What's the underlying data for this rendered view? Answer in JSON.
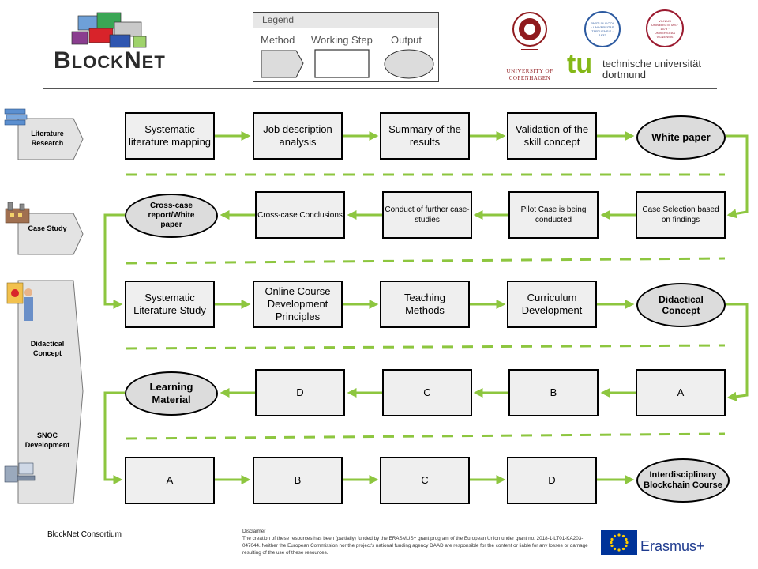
{
  "header": {
    "logo_big_b": "B",
    "logo_lock": "LOCK",
    "logo_n": "N",
    "logo_et": "ET",
    "legend": {
      "title": "Legend",
      "method_label": "Method",
      "step_label": "Working Step",
      "output_label": "Output"
    },
    "partners": {
      "copenhagen_line1": "UNIVERSITY OF",
      "copenhagen_line2": "COPENHAGEN",
      "tartu_seal": "PARTI ÜLIKOOL · UNIVERSITAS TARTUENSIS · 1632",
      "vilnius_seal": "VILNIUS UNIVERSITETAS · 1579 · UNIVERSITAS VILNENSIS",
      "tu_mark": "tu",
      "tu_line1": "technische universität",
      "tu_line2": "dortmund"
    }
  },
  "phases": {
    "literature": "Literature Research",
    "case": "Case Study",
    "didactical": "Didactical Concept",
    "snoc": "SNOC Development"
  },
  "rows": {
    "r1": [
      "Systematic literature mapping",
      "Job description analysis",
      "Summary of the results",
      "Validation of the skill concept",
      "White paper"
    ],
    "r2": [
      "Case Selection based on findings",
      "Pilot Case is being conducted",
      "Conduct of further case-studies",
      "Cross-case Conclusions",
      "Cross-case report/White paper"
    ],
    "r3": [
      "Systematic Literature Study",
      "Online Course Development Principles",
      "Teaching Methods",
      "Curriculum Development",
      "Didactical Concept"
    ],
    "r4": [
      "A",
      "B",
      "C",
      "D",
      "Learning Material"
    ],
    "r5": [
      "A",
      "B",
      "C",
      "D",
      "Interdisciplinary Blockchain Course"
    ]
  },
  "footer": {
    "consortium": "BlockNet Consortium",
    "disclaimer_title": "Disclaimer",
    "disclaimer_text": "The creation of these resources has been (partially) funded by the ERASMUS+ grant program of the European Union under grant no. 2018-1-LT01-KA203-047044. Neither the European Commission nor the project's national funding agency DAAD are responsible for the content or liable for any losses or damage resulting of the use of these resources.",
    "erasmus": "Erasmus+"
  },
  "colors": {
    "arrow": "#8dc63f",
    "box_fill": "#efefef",
    "oval_fill": "#dcdcdc"
  }
}
